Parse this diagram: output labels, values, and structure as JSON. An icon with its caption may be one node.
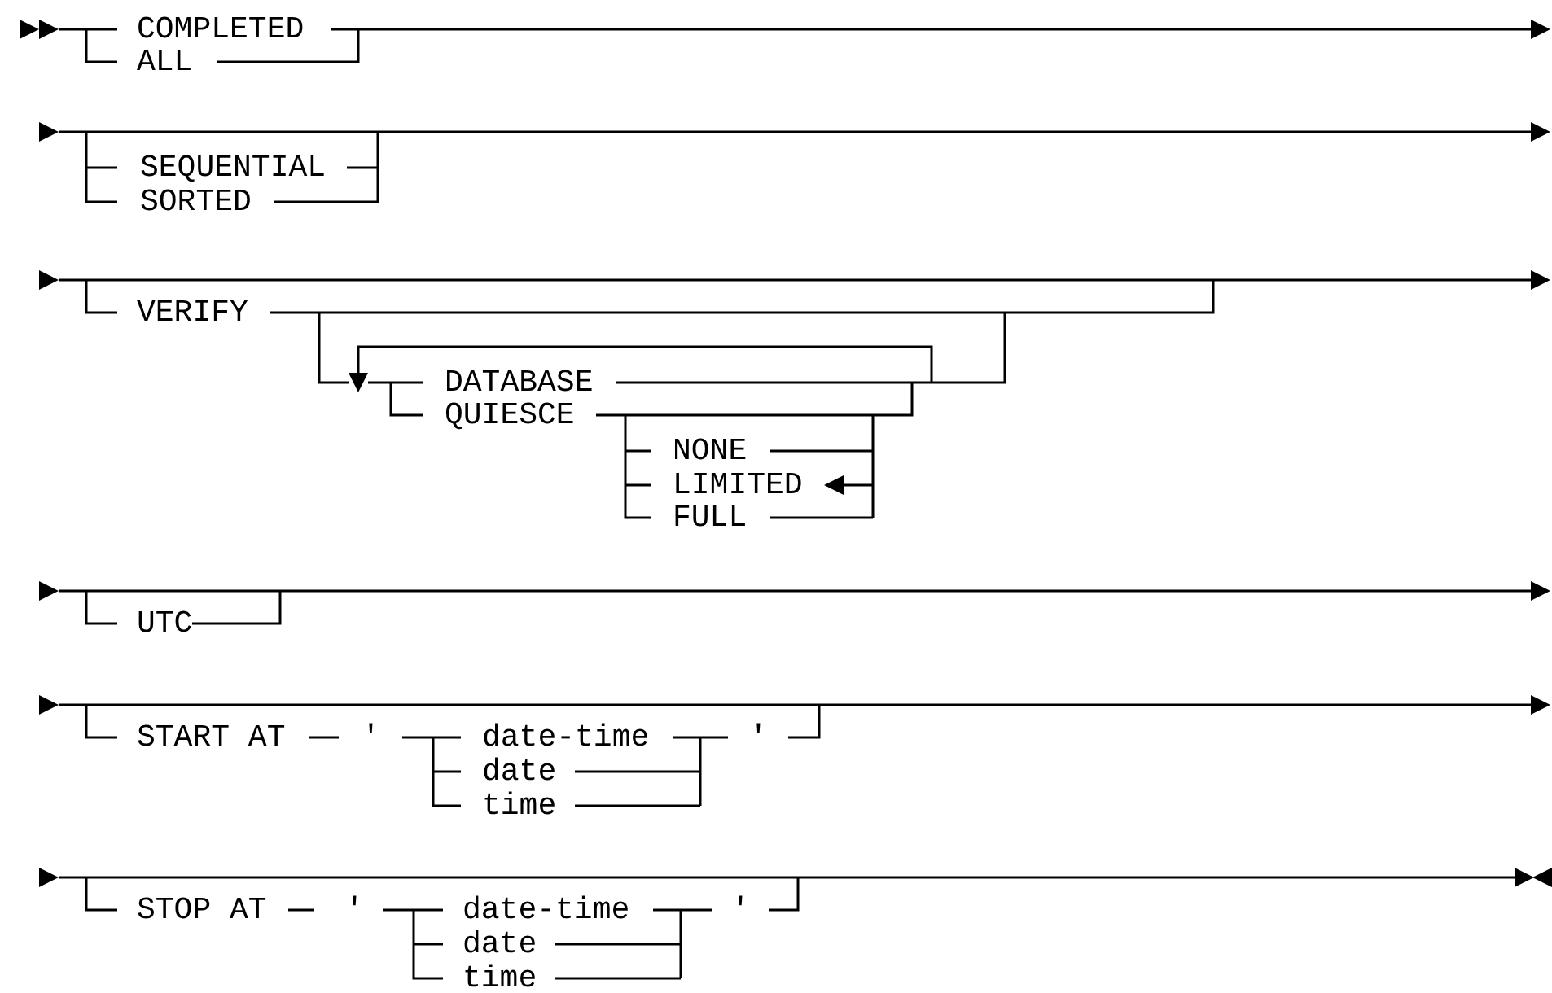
{
  "diagram": {
    "labels": [
      "COMPLETED",
      "ALL",
      "SEQUENTIAL",
      "SORTED",
      "VERIFY",
      "DATABASE",
      "QUIESCE",
      "NONE",
      "LIMITED",
      "FULL",
      "UTC",
      "START AT",
      "'",
      "date-time",
      "'",
      "date",
      "time",
      "STOP AT",
      "'",
      "date-time",
      "'",
      "date",
      "time"
    ]
  }
}
